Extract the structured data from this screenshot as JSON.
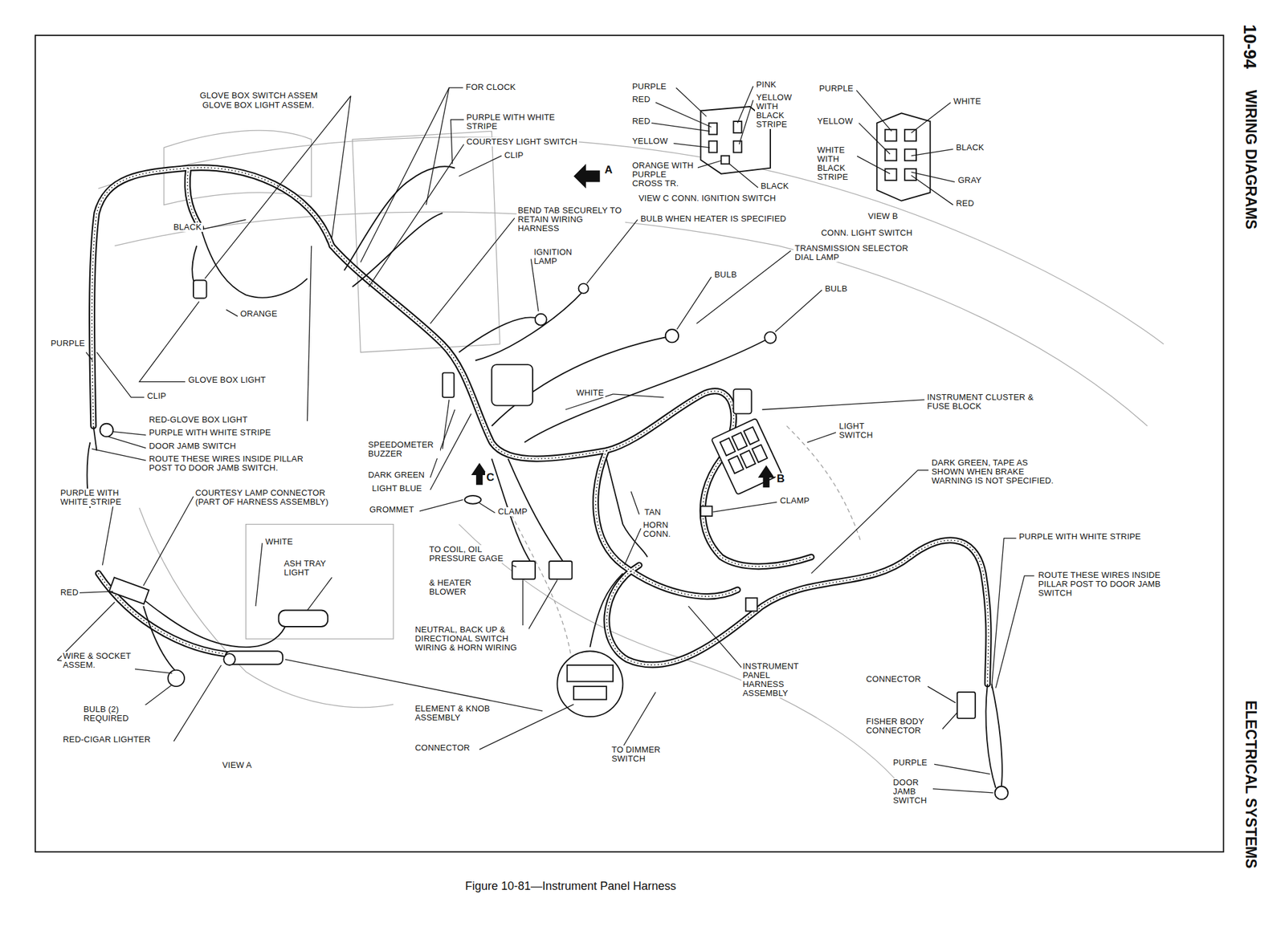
{
  "diagram": {
    "caption": "Figure 10-81—Instrument Panel Harness",
    "labels": [
      "10-94",
      "WIRING DIAGRAMS",
      "ELECTRICAL SYSTEMS",
      "GLOVE BOX SWITCH ASSEM",
      "GLOVE BOX LIGHT ASSEM.",
      "FOR CLOCK",
      "PURPLE WITH WHITE STRIPE",
      "COURTESY LIGHT SWITCH",
      "CLIP",
      "A",
      "BEND TAB SECURELY TO RETAIN WIRING HARNESS",
      "BULB WHEN HEATER IS SPECIFIED",
      "IGNITION LAMP",
      "BULB",
      "TRANSMISSION SELECTOR DIAL LAMP",
      "BULB",
      "BLACK",
      "ORANGE",
      "PURPLE",
      "GLOVE BOX LIGHT",
      "CLIP",
      "RED-GLOVE BOX LIGHT",
      "PURPLE WITH WHITE STRIPE",
      "DOOR JAMB SWITCH",
      "ROUTE THESE WIRES INSIDE PILLAR POST TO DOOR JAMB SWITCH.",
      "WHITE",
      "SPEEDOMETER BUZZER",
      "DARK GREEN",
      "LIGHT BLUE",
      "GROMMET",
      "C",
      "CLAMP",
      "PURPLE WITH WHITE STRIPE",
      "COURTESY LAMP CONNECTOR (PART OF HARNESS ASSEMBLY)",
      "RED",
      "WHITE",
      "ASH TRAY LIGHT",
      "WIRE & SOCKET ASSEM.",
      "BULB (2) REQUIRED",
      "RED-CIGAR LIGHTER",
      "VIEW A",
      "TO COIL, OIL PRESSURE GAGE",
      "& HEATER BLOWER",
      "NEUTRAL, BACK UP & DIRECTIONAL SWITCH WIRING & HORN WIRING",
      "ELEMENT & KNOB ASSEMBLY",
      "CONNECTOR",
      "TO DIMMER SWITCH",
      "TAN",
      "HORN CONN.",
      "INSTRUMENT PANEL HARNESS ASSEMBLY",
      "CLAMP",
      "INSTRUMENT CLUSTER & FUSE BLOCK",
      "LIGHT SWITCH",
      "B",
      "DARK GREEN, TAPE AS SHOWN WHEN BRAKE WARNING IS NOT SPECIFIED.",
      "PURPLE WITH WHITE STRIPE",
      "ROUTE THESE WIRES INSIDE PILLAR POST TO DOOR JAMB SWITCH",
      "CONNECTOR",
      "FISHER BODY CONNECTOR",
      "PURPLE",
      "DOOR JAMB SWITCH",
      "PURPLE",
      "RED",
      "RED",
      "YELLOW",
      "ORANGE WITH PURPLE CROSS TR.",
      "PINK",
      "YELLOW WITH BLACK STRIPE",
      "BLACK",
      "VIEW C CONN. IGNITION SWITCH",
      "PURPLE",
      "WHITE",
      "YELLOW",
      "BLACK",
      "WHITE WITH BLACK STRIPE",
      "GRAY",
      "RED",
      "VIEW B",
      "CONN. LIGHT SWITCH"
    ]
  }
}
